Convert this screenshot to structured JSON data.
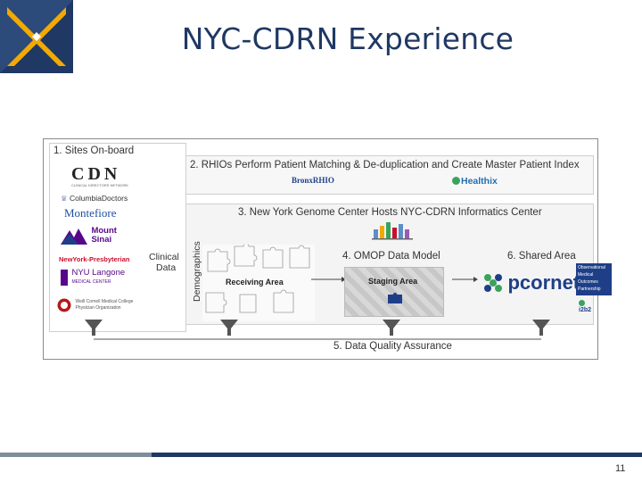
{
  "slide": {
    "title": "NYC-CDRN Experience",
    "page_number": "11"
  },
  "diagram": {
    "sites": {
      "title": "1. Sites On-board",
      "logos": [
        {
          "text": "CDN",
          "sub": "CLINICAL DIRECTORS NETWORK"
        },
        {
          "text": "ColumbiaDoctors"
        },
        {
          "text": "Montefiore"
        },
        {
          "text": "Mount",
          "sub": "Sinai"
        },
        {
          "text": "NewYork-Presbyterian"
        },
        {
          "text": "NYU Langone",
          "sub": "MEDICAL CENTER"
        },
        {
          "text": "Weill Cornell Medical College",
          "sub": "Physician Organization"
        }
      ]
    },
    "demographics_label": "Demographics",
    "clinical_data_label": [
      "Clinical",
      "Data"
    ],
    "rhio": {
      "title": "2. RHIOs Perform Patient Matching & De-duplication and Create Master Patient Index",
      "logos": [
        "BronxRHIO",
        "Healthix"
      ]
    },
    "nygc": {
      "title": "3. New York Genome Center Hosts NYC-CDRN Informatics Center"
    },
    "receiving_area": "Receiving Area",
    "omop": {
      "title": "4. OMOP Data Model",
      "staging_label": "Staging Area"
    },
    "shared": {
      "title": "6. Shared Area",
      "pcornet": "pcornet",
      "ohdsi_lines": [
        "Observational",
        "Medical",
        "Outcomes",
        "Partnership"
      ],
      "i2b2": "i2b2"
    },
    "dqa_title": "5. Data Quality Assurance"
  },
  "colors": {
    "title": "#1f3864",
    "footer": "#1f3864",
    "pcornet_green": "#3aa35b",
    "pcornet_blue": "#1e3f88",
    "montefiore": "#1e4fa0",
    "nyp_red": "#c8102e",
    "nyu_purple": "#57068c",
    "healthix_blue": "#1f6fb3"
  }
}
